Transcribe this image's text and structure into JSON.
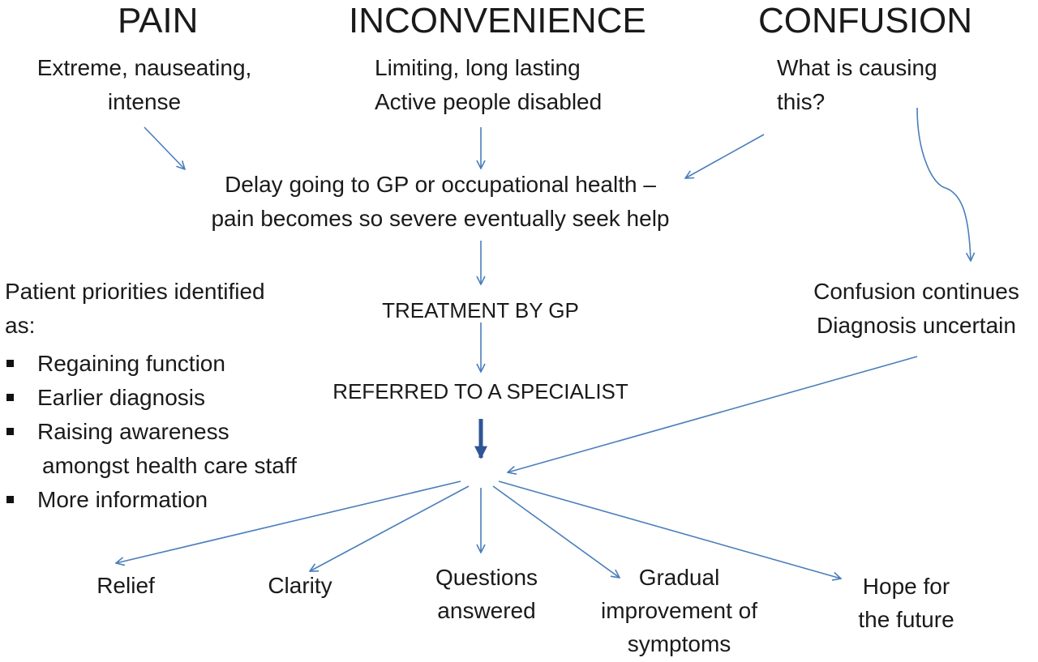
{
  "headings": {
    "pain": "PAIN",
    "inconvenience": "INCONVENIENCE",
    "confusion": "CONFUSION"
  },
  "descriptions": {
    "pain": [
      "Extreme, nauseating,",
      "intense"
    ],
    "inconvenience": [
      "Limiting, long lasting",
      "Active people disabled"
    ],
    "confusion": [
      "What is causing",
      "this?"
    ]
  },
  "delay": [
    "Delay going to GP or occupational health –",
    "pain becomes so severe eventually seek help"
  ],
  "treatment": "TREATMENT BY GP",
  "referred": "REFERRED TO A SPECIALIST",
  "confusion_continues": [
    "Confusion continues",
    "Diagnosis uncertain"
  ],
  "priorities": {
    "intro": [
      "Patient priorities identified",
      "as:"
    ],
    "items": [
      [
        "Regaining function"
      ],
      [
        "Earlier diagnosis"
      ],
      [
        "Raising awareness",
        "amongst health care staff"
      ],
      [
        "More information"
      ]
    ]
  },
  "outcomes": {
    "relief": [
      "Relief"
    ],
    "clarity": [
      "Clarity"
    ],
    "questions": [
      "Questions",
      "answered"
    ],
    "gradual": [
      "Gradual",
      "improvement of",
      "symptoms"
    ],
    "hope": [
      "Hope for",
      "the future"
    ]
  },
  "colors": {
    "arrow": "#4a7ebb",
    "thick_arrow": "#2f5597",
    "text": "#1a1a1a"
  }
}
